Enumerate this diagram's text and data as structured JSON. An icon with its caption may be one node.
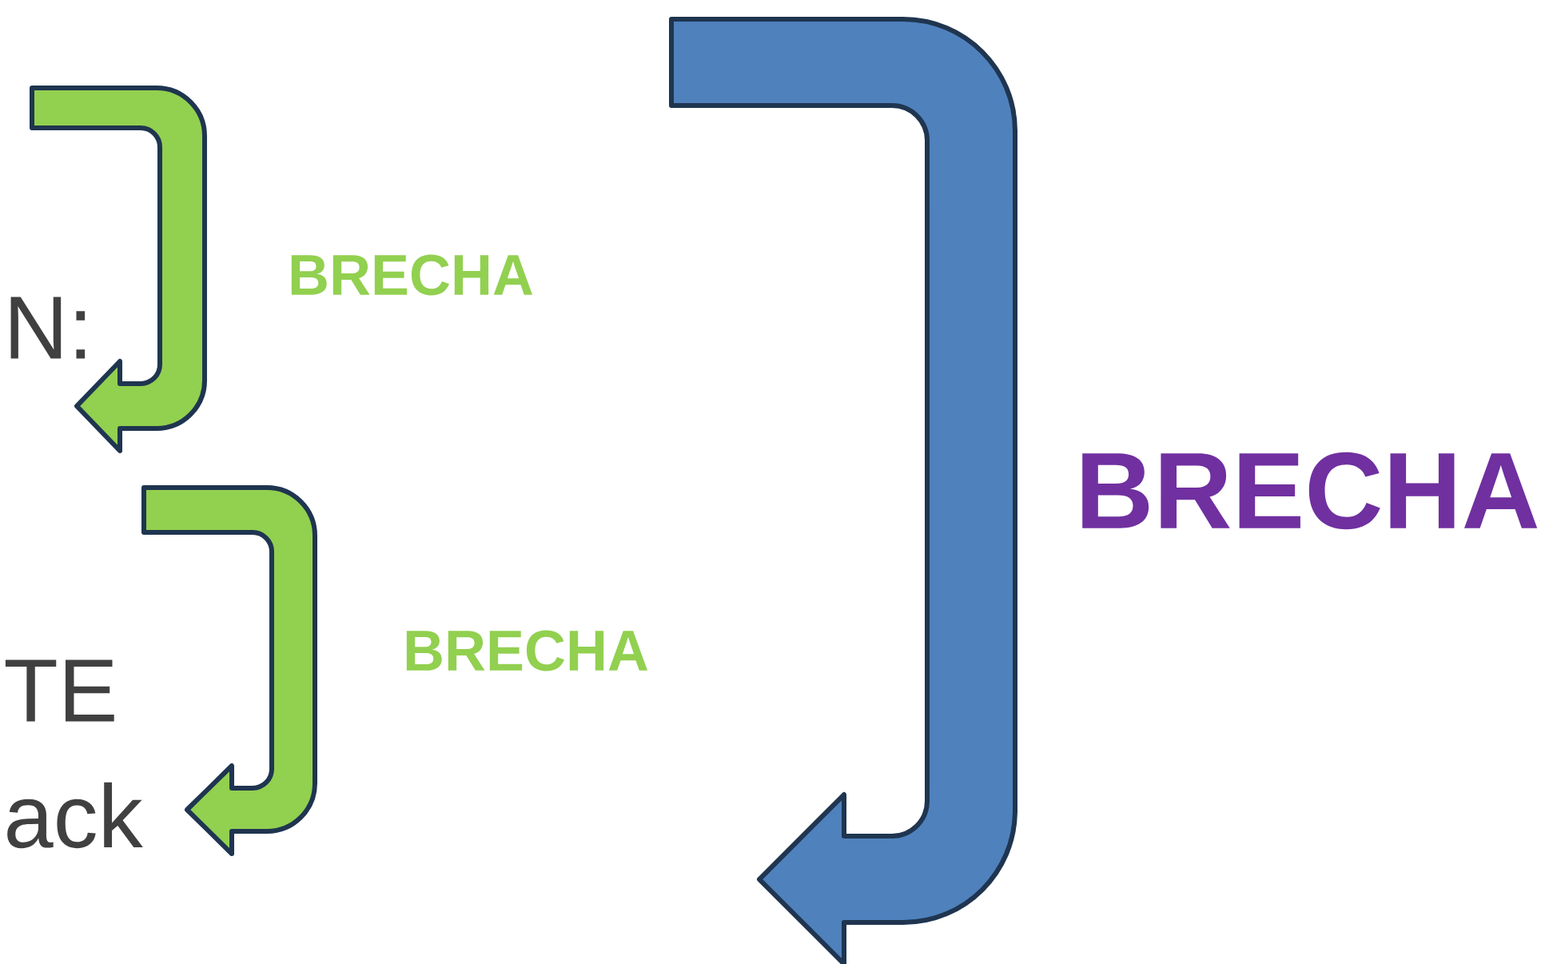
{
  "diagram": {
    "labels": [
      "BRECHA",
      "N:",
      "BRECHA",
      "BRECHA",
      "TE",
      "ack"
    ]
  }
}
